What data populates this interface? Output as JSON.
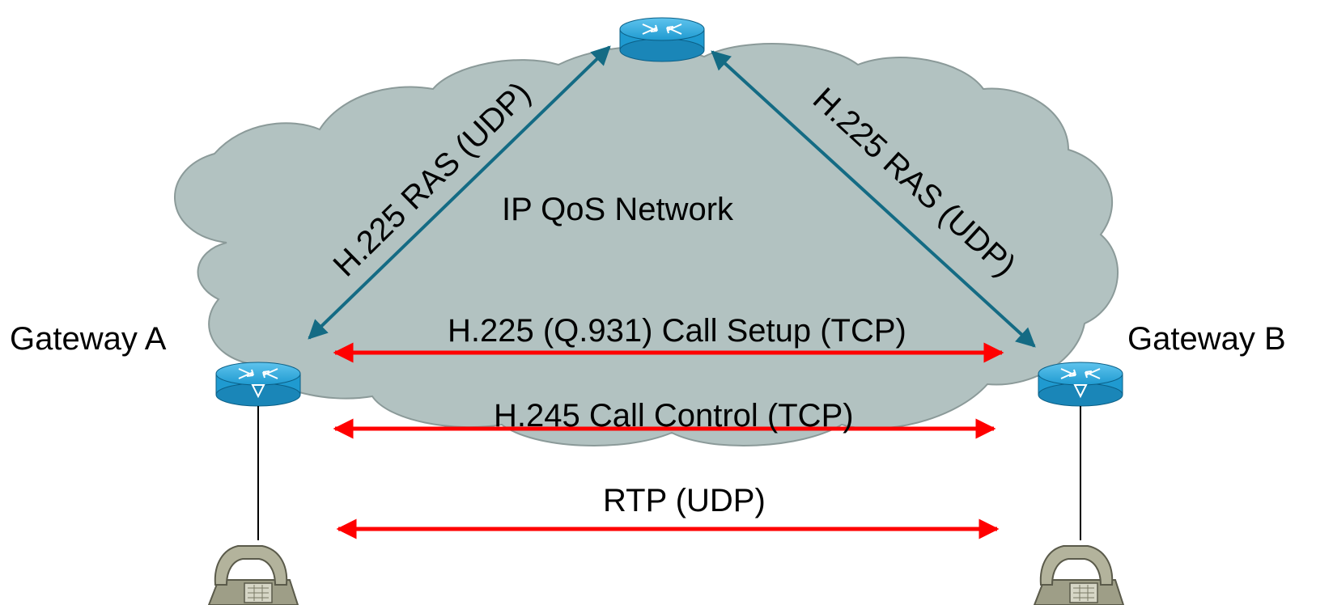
{
  "network": {
    "label": "IP QoS Network"
  },
  "gateways": {
    "a": {
      "label": "Gateway A"
    },
    "b": {
      "label": "Gateway B"
    }
  },
  "links": {
    "ras_left": {
      "label": "H.225 RAS (UDP)"
    },
    "ras_right": {
      "label": "H.225 RAS (UDP)"
    },
    "call_setup": {
      "label": "H.225 (Q.931) Call Setup (TCP)"
    },
    "call_control": {
      "label": "H.245 Call Control (TCP)"
    },
    "rtp": {
      "label": "RTP (UDP)"
    }
  },
  "colors": {
    "cloud_fill": "#b2c2c1",
    "cloud_stroke": "#8b9a99",
    "ras_arrow": "#146b84",
    "media_arrow": "#ff0000",
    "router": "#1f9ad0",
    "phone": "#9e9e87"
  },
  "icons": {
    "gatekeeper": "router-icon",
    "gateway_a": "router-icon",
    "gateway_b": "router-icon",
    "phone_a": "telephone-icon",
    "phone_b": "telephone-icon"
  }
}
